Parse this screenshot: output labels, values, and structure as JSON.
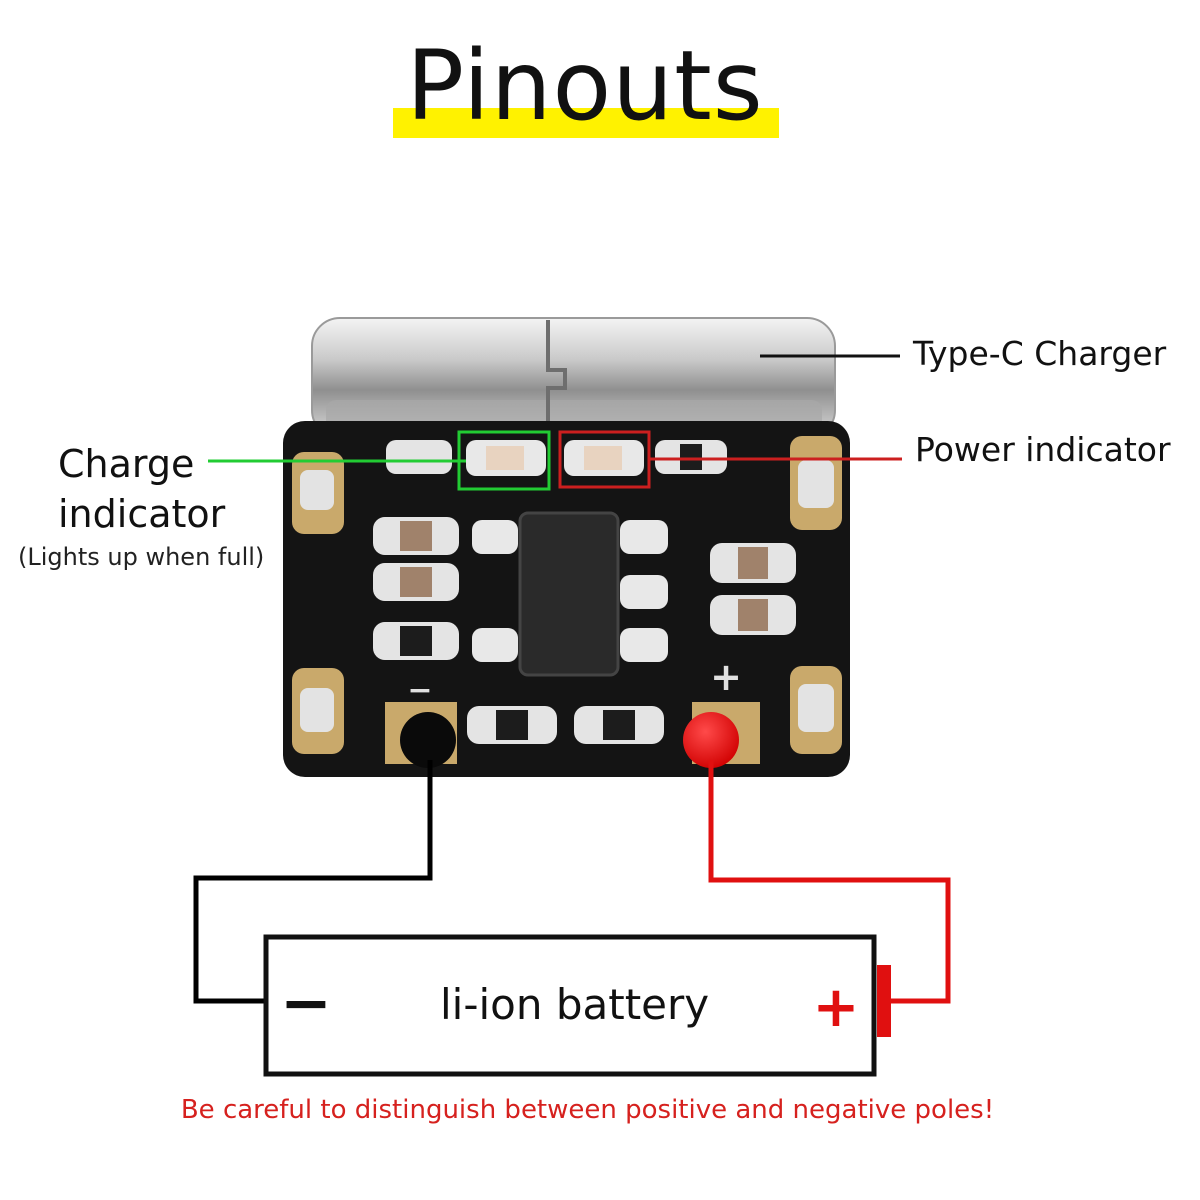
{
  "title": "Pinouts",
  "labels": {
    "type_c": "Type-C Charger",
    "power_indicator": "Power indicator",
    "charge_indicator_line1": "Charge",
    "charge_indicator_line2": "indicator",
    "charge_note": "(Lights up when full)"
  },
  "battery": {
    "label": "li-ion battery",
    "negative_sign": "−",
    "positive_sign": "+"
  },
  "board_marks": {
    "negative": "−",
    "positive": "+"
  },
  "warning": "Be careful to distinguish between positive and negative poles!",
  "colors": {
    "title_highlight": "#fff200",
    "charge_indicator": "#22cc33",
    "power_indicator": "#cc1f1f",
    "negative_wire": "#000000",
    "positive_wire": "#e01010",
    "warning_text": "#d6211e",
    "pcb": "#141414"
  }
}
